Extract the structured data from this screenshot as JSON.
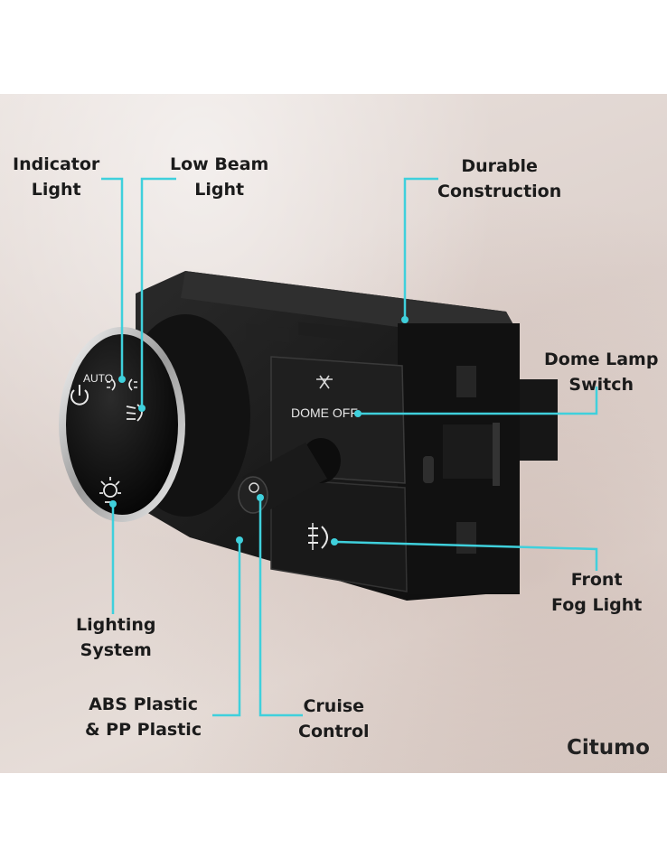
{
  "labels": {
    "indicator_light": [
      "Indicator",
      "Light"
    ],
    "low_beam_light": [
      "Low Beam",
      "Light"
    ],
    "durable_construction": [
      "Durable",
      "Construction"
    ],
    "dome_lamp_switch": [
      "Dome Lamp",
      "Switch"
    ],
    "front_fog_light": [
      "Front",
      "Fog Light"
    ],
    "lighting_system": [
      "Lighting",
      "System"
    ],
    "abs_pp_plastic": [
      "ABS Plastic",
      "& PP Plastic"
    ],
    "cruise_control": [
      "Cruise",
      "Control"
    ]
  },
  "device_text": {
    "auto": "AUTO",
    "dome_off": "DOME OFF"
  },
  "brand": "Citumo",
  "colors": {
    "leader_line": "#3fd0dc",
    "device_body": "#151515",
    "background": "#e3d9d4"
  }
}
